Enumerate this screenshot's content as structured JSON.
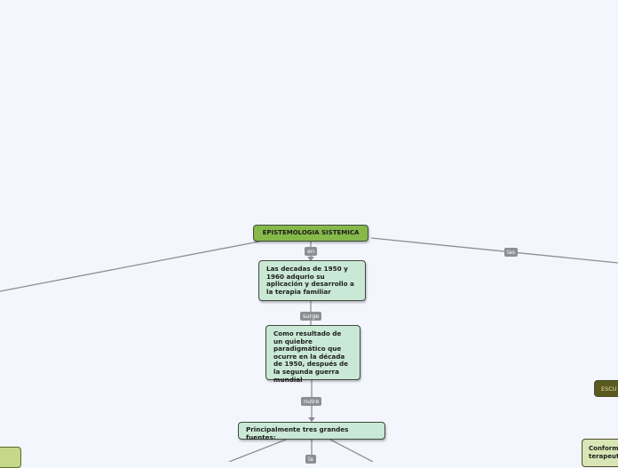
{
  "colors": {
    "background": "#f4f6fd",
    "root_fill": "#86b94a",
    "node_fill": "#c9e8d5",
    "connector": "#8c8f93",
    "dark_node": "#5b5a1e",
    "light_node": "#d8e6b5"
  },
  "root": {
    "label": "EPISTEMOLOGIA SISTEMICA"
  },
  "link_labels": {
    "en": "en",
    "las": "las",
    "surge": "surge",
    "nutre": "nutre",
    "la": "la"
  },
  "nodes": {
    "decadas": "Las decadas  de 1950 y 1960 adqurio  su aplicación y desarrollo a la terapia familiar",
    "resultado": "Como resultado de un quiebre paradigmático que ocurre en la década de 1950, después de la segunda guerra mundial",
    "fuentes": "Principalmente  tres grandes fuentes:",
    "escuela_partial": "ESCU",
    "conform_partial": "Conform terapeut"
  }
}
